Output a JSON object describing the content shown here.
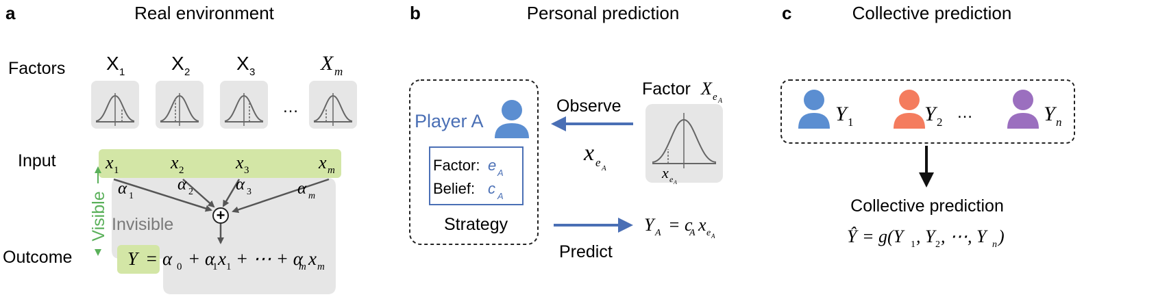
{
  "panel_a": {
    "letter": "a",
    "title": "Real environment",
    "factors_label": "Factors",
    "factor_names": [
      "X",
      "X",
      "X",
      "X"
    ],
    "factor_subs": [
      "1",
      "2",
      "3",
      "m"
    ],
    "ellipsis": "…",
    "input_label": "Input",
    "input_vars": [
      "x",
      "x",
      "x",
      "x"
    ],
    "input_subs": [
      "1",
      "2",
      "3",
      "m"
    ],
    "weights": [
      "α",
      "α",
      "α",
      "α"
    ],
    "weight_subs": [
      "1",
      "2",
      "3",
      "m"
    ],
    "plus_symbol": "+",
    "invisible_label": "Invisible",
    "visible_label": "Visible",
    "outcome_label": "Outcome",
    "outcome_y": "Y",
    "outcome_eq": "= α",
    "eq_part1_sub": "0",
    "eq_part2": "+ α",
    "eq_part2_sub1": "1",
    "eq_part2_x": "x",
    "eq_part2_sub2": "1",
    "eq_part3": "+ ⋯ + α",
    "eq_part3_sub1": "m",
    "eq_part3_x": "x",
    "eq_part3_sub2": "m"
  },
  "panel_b": {
    "letter": "b",
    "title": "Personal prediction",
    "player_label": "Player A",
    "factor_key": "Factor: ",
    "factor_val": "e",
    "factor_val_sub": "A",
    "belief_key": "Belief: ",
    "belief_val": "c",
    "belief_val_sub": "A",
    "strategy_label": "Strategy",
    "observe_label": "Observe",
    "observed_var": "x",
    "observed_sub": "e",
    "observed_subsub": "A",
    "factor_title": "Factor ",
    "factor_title_var": "X",
    "factor_title_sub": "e",
    "factor_title_subsub": "A",
    "curve_var": "x",
    "curve_sub": "e",
    "curve_subsub": "A",
    "predict_label": "Predict",
    "pred_lhs": "Y",
    "pred_lhs_sub": "A",
    "pred_rhs": "= c",
    "pred_rhs_sub": "A",
    "pred_x": "x",
    "pred_x_sub": "e",
    "pred_x_subsub": "A"
  },
  "panel_c": {
    "letter": "c",
    "title": "Collective prediction",
    "players": [
      {
        "var": "Y",
        "sub": "1",
        "color": "#5b8ed1"
      },
      {
        "var": "Y",
        "sub": "2",
        "color": "#f47c5e"
      },
      {
        "var": "Y",
        "sub": "n",
        "color": "#9b6fbf"
      }
    ],
    "ellipsis": "…",
    "result_label": "Collective prediction",
    "result_lhs": "Ŷ",
    "result_eq": "= g(Y",
    "result_s1": "1",
    "result_c1": ", Y",
    "result_s2": "2",
    "result_c2": ", ⋯, Y",
    "result_s3": "n",
    "result_end": ")"
  },
  "colors": {
    "green_fill": "#d3e6a6",
    "gray_fill": "#e6e6e6",
    "blue_accent": "#4a6fb5",
    "visible_green": "#5ab05a",
    "arrow_gray": "#555555"
  }
}
